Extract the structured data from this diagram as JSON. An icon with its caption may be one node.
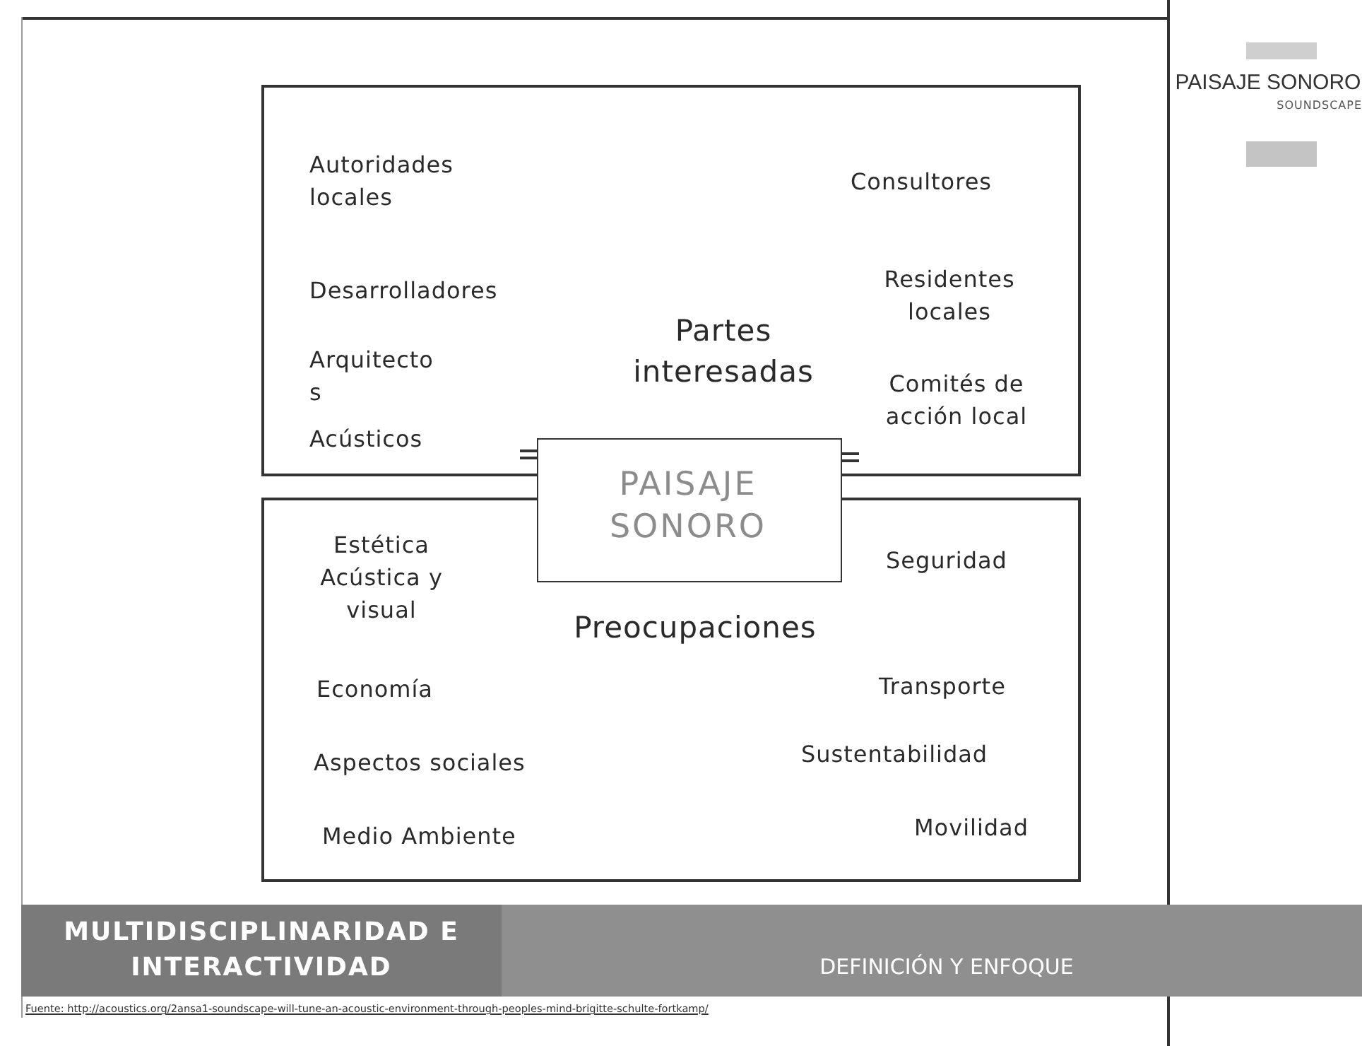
{
  "diagram": {
    "nodes": [
      {
        "text": [
          "Autoridades locales",
          "Consultores",
          "Desarrolladores",
          "Residentes locales",
          "Partes interesadas",
          "Arquitecto s",
          "Comités de acción local",
          "Acústicos"
        ]
      },
      {
        "text": [
          "PAISAJE SONORO"
        ]
      },
      {
        "text": [
          "Estética Acústica y visual",
          "Seguridad",
          "Preocupaciones",
          "Economía",
          "Transporte",
          "Sustentabilidad",
          "Aspectos sociales",
          "Medio Ambiente",
          "Movilidad"
        ]
      }
    ],
    "labels": [
      "PAISAJE SONORO",
      "SOUNDSCAPE",
      "MULTIDISCIPLINARIDAD E INTERACTIVIDAD",
      "DEFINICIÓN Y ENFOQUE",
      "Fuente: http://acoustics.org/2ansa1-soundscape-will-tune-an-acoustic-environment-through-peoples-mind-brigitte-schulte-fortkamp/"
    ]
  }
}
